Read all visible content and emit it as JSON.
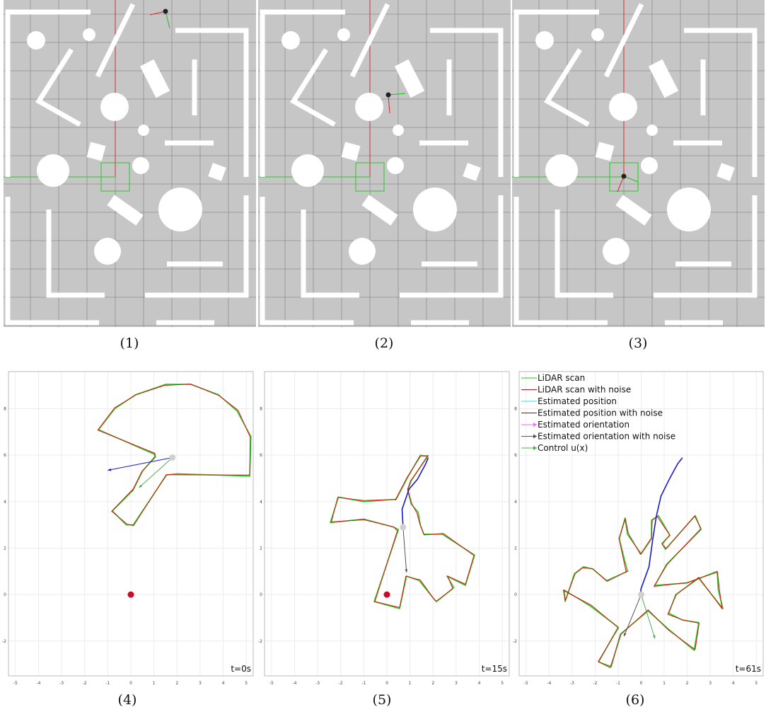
{
  "captions": [
    "(1)",
    "(2)",
    "(3)",
    "(4)",
    "(5)",
    "(6)"
  ],
  "plots": {
    "time_labels": [
      "t=0s",
      "t=15s",
      "t=61s"
    ],
    "x_ticks": [
      "-5",
      "-4",
      "-3",
      "-2",
      "-1",
      "0",
      "1",
      "2",
      "3",
      "4",
      "5"
    ],
    "y_ticks": [
      "8",
      "6",
      "4",
      "2",
      "0",
      "-2"
    ]
  },
  "legend": {
    "items": [
      {
        "label": "LiDAR scan",
        "color": "#22cc22",
        "arrow": false
      },
      {
        "label": "LiDAR scan with noise",
        "color": "#dd1111",
        "arrow": false
      },
      {
        "label": "Estimated position",
        "color": "#33dddd",
        "arrow": false
      },
      {
        "label": "Estimated position with noise",
        "color": "#1a1acc",
        "arrow": false
      },
      {
        "label": "Estimated orientation",
        "color": "#ff66ff",
        "arrow": true
      },
      {
        "label": "Estimated orientation with noise",
        "color": "#555555",
        "arrow": true
      },
      {
        "label": "Control u(x)",
        "color": "#55aa55",
        "arrow": true
      }
    ]
  },
  "colors": {
    "floor": "#c6c6c6",
    "obstacle": "#ffffff",
    "scan_noise": "#dd1111",
    "scan": "#22cc22",
    "trajectory": "#1a1acc",
    "goal": "#cc0a2a",
    "robot": "#d0d0d0"
  }
}
